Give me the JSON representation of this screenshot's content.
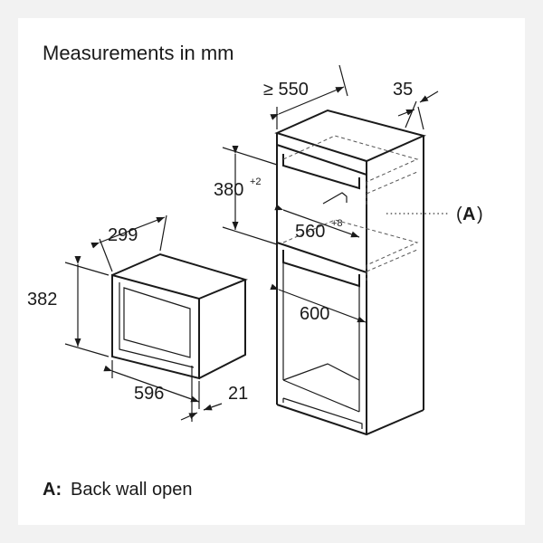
{
  "title": "Measurements in mm",
  "dimensions": {
    "cabinet_depth": "≥ 550",
    "rear_gap": "35",
    "niche_height": "380",
    "niche_height_tol": "+2",
    "niche_width": "560",
    "niche_width_tol": "+8",
    "cabinet_inner_width": "600",
    "appliance_depth": "299",
    "appliance_height": "382",
    "appliance_width": "596",
    "front_depth": "21"
  },
  "callout": {
    "marker": "A"
  },
  "legend": {
    "key": "A:",
    "text": "Back wall open"
  }
}
